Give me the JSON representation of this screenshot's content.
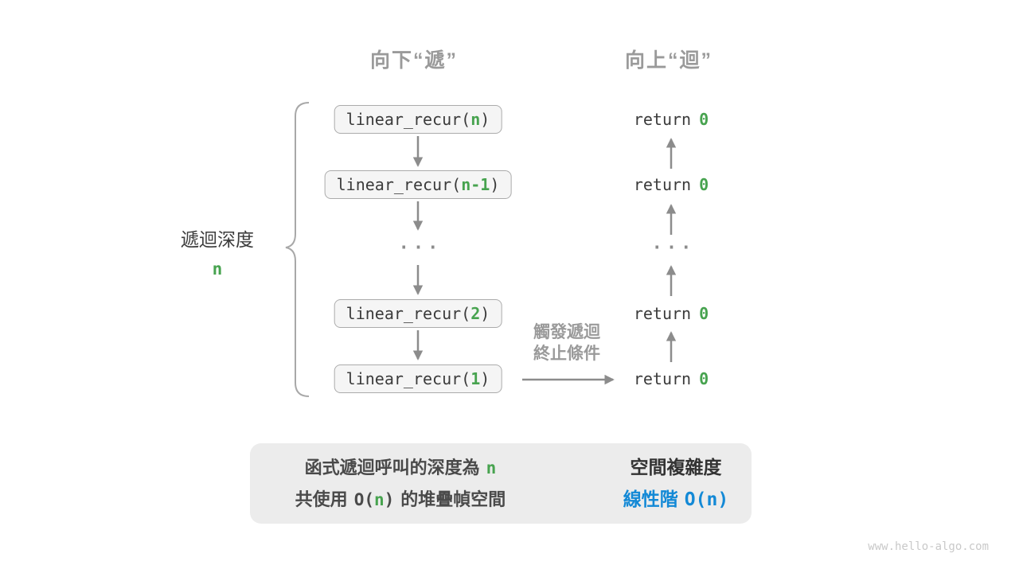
{
  "headers": {
    "descend": "向下“遞”",
    "ascend": "向上“迴”"
  },
  "depth": {
    "label": "遞迴深度",
    "value": "n"
  },
  "calls": [
    {
      "prefix": "linear_recur(",
      "arg": "n",
      "suffix": ")"
    },
    {
      "prefix": "linear_recur(",
      "arg": "n-1",
      "suffix": ")"
    },
    {
      "prefix": "linear_recur(",
      "arg": "2",
      "suffix": ")"
    },
    {
      "prefix": "linear_recur(",
      "arg": "1",
      "suffix": ")"
    }
  ],
  "ellipsis": "...",
  "returns": [
    {
      "keyword": "return",
      "value": "0"
    },
    {
      "keyword": "return",
      "value": "0"
    },
    {
      "keyword": "return",
      "value": "0"
    },
    {
      "keyword": "return",
      "value": "0"
    }
  ],
  "terminate": {
    "line1": "觸發遞迴",
    "line2": "終止條件"
  },
  "summary": {
    "left_line1_text": "函式遞迴呼叫的深度為",
    "left_line1_value": "n",
    "left_line2_pre": "共使用",
    "left_line2_open": "O(",
    "left_line2_n": "n",
    "left_line2_close": ")",
    "left_line2_post": "的堆疊幀空間",
    "right_title": "空間複雜度",
    "right_value_label": "線性階",
    "right_value_big_o": "O(n)"
  },
  "watermark": "www.hello-algo.com",
  "colors": {
    "green": "#47A34F",
    "blue": "#1389D6",
    "label_gray": "#9A9A9A",
    "arrow_gray": "#8C8C8C",
    "box_bg": "#F5F5F5",
    "box_border": "#ABABAB",
    "summary_bg": "#ECECEC",
    "code_text": "#3B3B3B"
  }
}
